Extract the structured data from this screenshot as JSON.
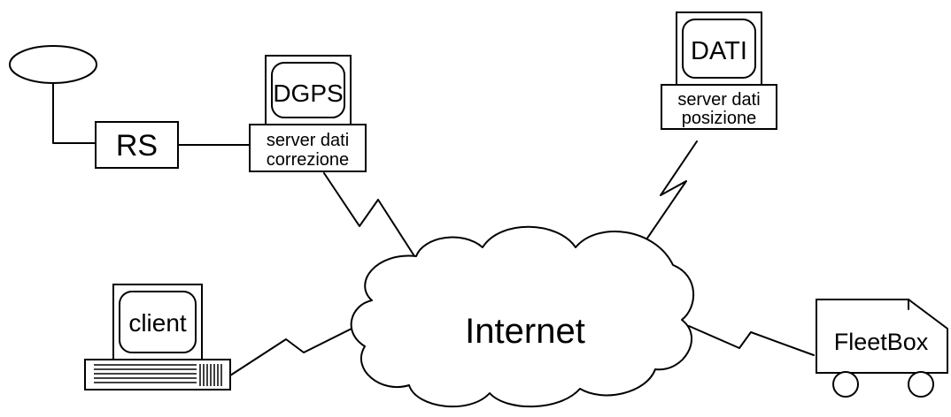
{
  "diagram": {
    "nodes": {
      "rs": {
        "label": "RS"
      },
      "dgps": {
        "screen_label": "DGPS",
        "caption_line1": "server dati",
        "caption_line2": "correzione"
      },
      "dati": {
        "screen_label": "DATI",
        "caption_line1": "server dati",
        "caption_line2": "posizione"
      },
      "client": {
        "screen_label": "client"
      },
      "internet": {
        "label": "Internet"
      },
      "fleetbox": {
        "label": "FleetBox"
      }
    },
    "connections": [
      {
        "from": "antenna",
        "to": "rs",
        "kind": "wire"
      },
      {
        "from": "rs",
        "to": "dgps",
        "kind": "wire"
      },
      {
        "from": "dgps",
        "to": "internet",
        "kind": "wireless"
      },
      {
        "from": "dati",
        "to": "internet",
        "kind": "wireless"
      },
      {
        "from": "client",
        "to": "internet",
        "kind": "wireless"
      },
      {
        "from": "fleetbox",
        "to": "internet",
        "kind": "wireless"
      }
    ]
  }
}
